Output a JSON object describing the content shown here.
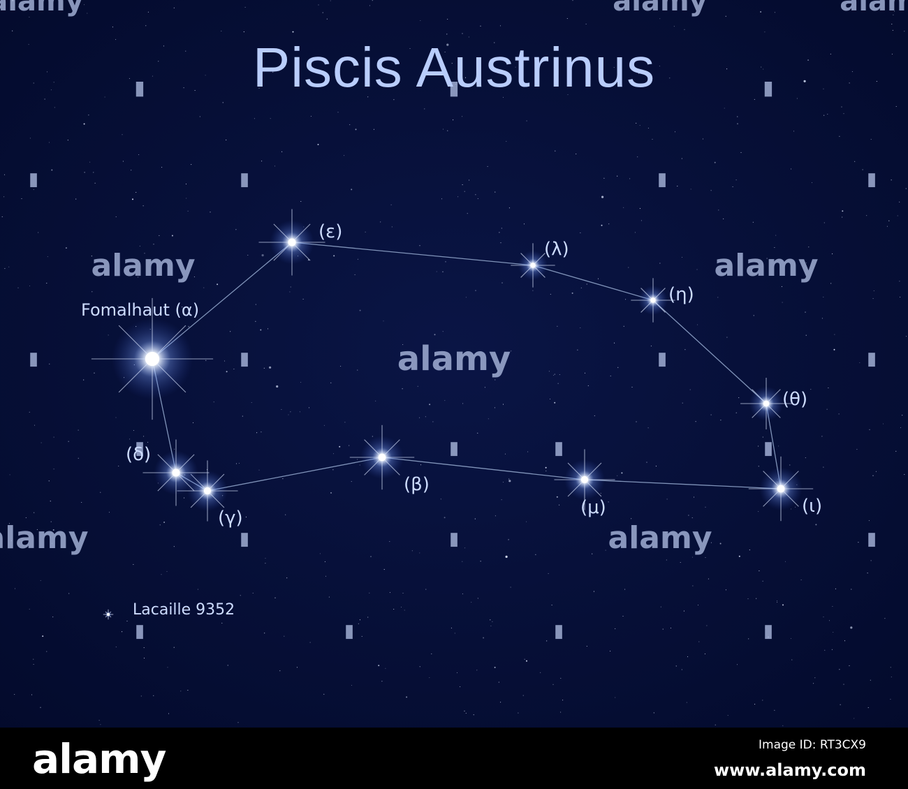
{
  "title": "Piscis Austrinus",
  "colors": {
    "background_center": "#0a1545",
    "background_edge": "#030a2b",
    "title": "#b9cdfc",
    "label": "#cddcff",
    "line": "#8ea2c7",
    "watermark": "#aab8dd",
    "footer": "#000000"
  },
  "stars": [
    {
      "id": "alpha",
      "label": "Fomalhaut (α)",
      "magnitude": 1.2
    },
    {
      "id": "epsilon",
      "label": "(ε)",
      "magnitude": 4.2
    },
    {
      "id": "lambda",
      "label": "(λ)",
      "magnitude": 5.4
    },
    {
      "id": "eta",
      "label": "(η)",
      "magnitude": 5.4
    },
    {
      "id": "theta",
      "label": "(θ)",
      "magnitude": 5.0
    },
    {
      "id": "iota",
      "label": "(ι)",
      "magnitude": 4.3
    },
    {
      "id": "mu",
      "label": "(μ)",
      "magnitude": 4.5
    },
    {
      "id": "beta",
      "label": "(β)",
      "magnitude": 4.3
    },
    {
      "id": "gamma",
      "label": "(γ)",
      "magnitude": 4.5
    },
    {
      "id": "delta",
      "label": "(δ)",
      "magnitude": 4.2
    },
    {
      "id": "lacaille",
      "label": "Lacaille 9352",
      "magnitude": 7.3
    }
  ],
  "lines": [
    [
      "alpha",
      "epsilon"
    ],
    [
      "epsilon",
      "lambda"
    ],
    [
      "lambda",
      "eta"
    ],
    [
      "eta",
      "theta"
    ],
    [
      "theta",
      "iota"
    ],
    [
      "iota",
      "mu"
    ],
    [
      "mu",
      "beta"
    ],
    [
      "beta",
      "gamma"
    ],
    [
      "gamma",
      "delta"
    ],
    [
      "delta",
      "alpha"
    ]
  ],
  "watermark": {
    "text": "alamy"
  },
  "footer": {
    "logo": "alamy",
    "image_id": "Image ID: RT3CX9",
    "site": "www.alamy.com"
  }
}
